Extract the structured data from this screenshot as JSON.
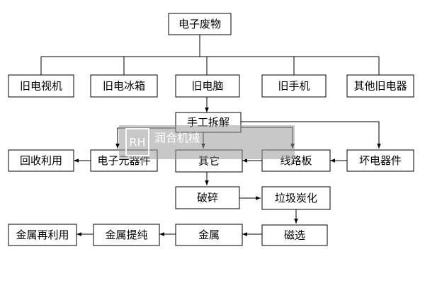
{
  "nodes": {
    "e_waste": "电子废物",
    "old_tv": "旧电视机",
    "old_fridge": "旧电冰箱",
    "old_pc": "旧电脑",
    "old_phone": "旧手机",
    "other": "其他旧电器",
    "manual": "手工拆解",
    "recycle": "回收利用",
    "components": "电子元器件",
    "others": "其它",
    "circuit_board": "线路板",
    "bad_parts": "坏电器件",
    "crush": "破碎",
    "carbonize": "垃圾炭化",
    "metal_reuse": "金属再利用",
    "metal_purify": "金属提纯",
    "metal": "金属",
    "magnetic": "磁选"
  },
  "watermark": {
    "monogram": "RH",
    "name": "润合机械"
  }
}
